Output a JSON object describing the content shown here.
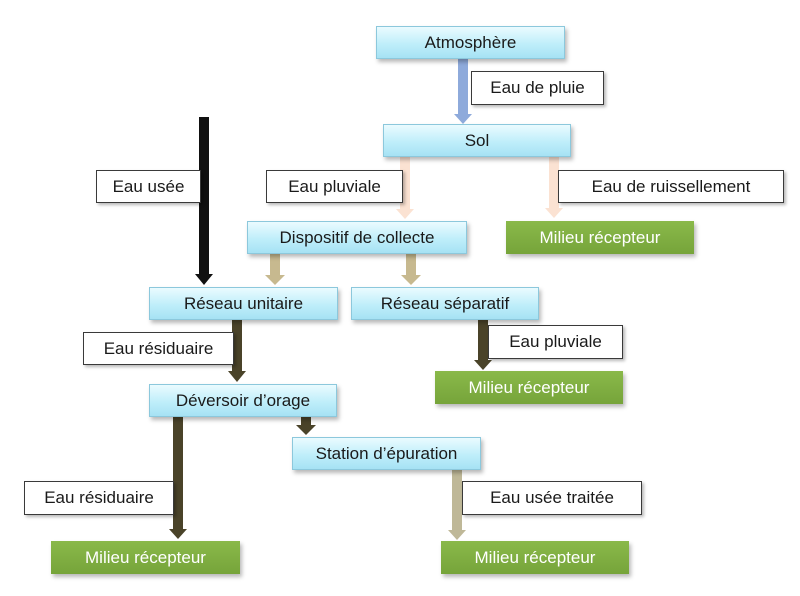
{
  "nodes": {
    "atmosphere": "Atmosphère",
    "sol": "Sol",
    "dispositif_collecte": "Dispositif de collecte",
    "reseau_unitaire": "Réseau unitaire",
    "reseau_separatif": "Réseau séparatif",
    "deversoir_orage": "Déversoir d’orage",
    "station_epuration": "Station d’épuration",
    "milieu_recepteur_1": "Milieu récepteur",
    "milieu_recepteur_2": "Milieu récepteur",
    "milieu_recepteur_3": "Milieu récepteur",
    "milieu_recepteur_4": "Milieu récepteur"
  },
  "labels": {
    "eau_de_pluie": "Eau de pluie",
    "eau_usee": "Eau usée",
    "eau_pluviale_1": "Eau pluviale",
    "eau_de_ruissellement": "Eau de ruissellement",
    "eau_residuaire_1": "Eau résiduaire",
    "eau_pluviale_2": "Eau pluviale",
    "eau_residuaire_2": "Eau résiduaire",
    "eau_usee_traitee": "Eau usée traitée"
  },
  "colors": {
    "rain_arrow": "#8eaadb",
    "runoff_arrow": "#fbe2d2",
    "collect_arrow": "#c7b98f",
    "wastewater_arrow": "#111111",
    "residual_arrow": "#4a4329",
    "treated_arrow": "#bfb898",
    "box_blue": "#bfeefa",
    "box_green": "#76a43a"
  }
}
